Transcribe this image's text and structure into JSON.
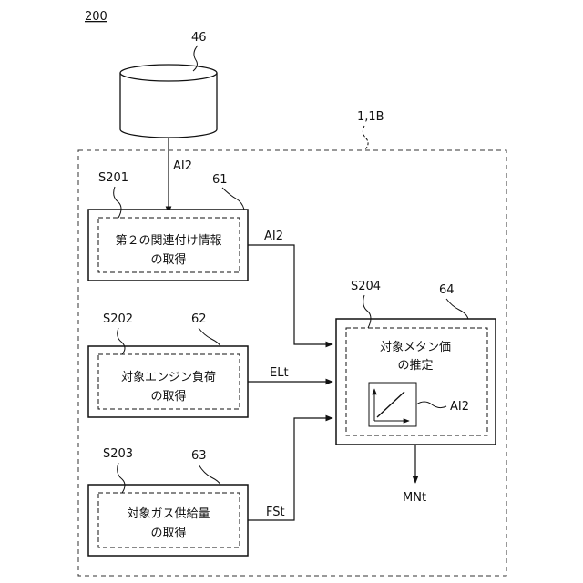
{
  "figure_number": "200",
  "database": {
    "ref": "46"
  },
  "system": {
    "ref": "1,1B"
  },
  "steps": [
    {
      "id": "S201",
      "ref": "61",
      "line1": "第２の関連付け情報",
      "line2": "の取得",
      "output": "AI2"
    },
    {
      "id": "S202",
      "ref": "62",
      "line1": "対象エンジン負荷",
      "line2": "の取得",
      "output": "ELt"
    },
    {
      "id": "S203",
      "ref": "63",
      "line1": "対象ガス供給量",
      "line2": "の取得",
      "output": "FSt"
    },
    {
      "id": "S204",
      "ref": "64",
      "line1": "対象メタン価",
      "line2": "の推定",
      "model_label": "AI2",
      "output": "MNt"
    }
  ],
  "input_label": "AI2"
}
